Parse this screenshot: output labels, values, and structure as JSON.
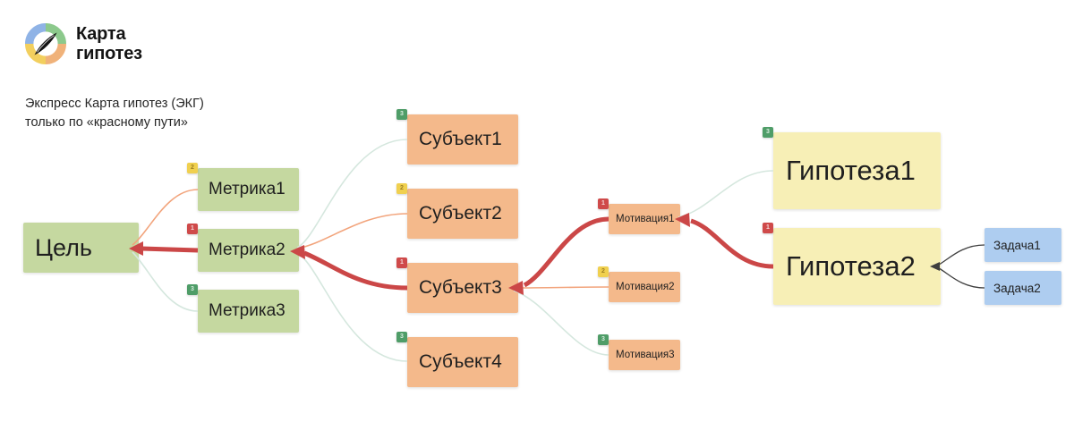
{
  "app": {
    "logo_title_line1": "Карта",
    "logo_title_line2": "гипотез",
    "subtitle_line1": "Экспресс Карта гипотез (ЭКГ)",
    "subtitle_line2": "только по «красному пути»"
  },
  "palette": {
    "goal_metric_fill": "#c5d8a0",
    "subject_motivation_fill": "#f4b98b",
    "hypothesis_fill": "#f7efb6",
    "task_fill": "#aecdf0",
    "red_path_color": "#cb4747",
    "orange_link_color": "#f2a47c",
    "teal_link_color": "#d5e7de",
    "task_link_color": "#3f3f3f",
    "badge_red": "#cf4a4a",
    "badge_yellow": "#f0d04f",
    "badge_green": "#4f9d68",
    "logo_blue": "#8fb3e6",
    "logo_green": "#8cc98c",
    "logo_orange": "#f0b27a",
    "logo_yellow": "#f2cf5e"
  },
  "diagram": {
    "nodes": {
      "goal": {
        "label": "Цель"
      },
      "metrics": [
        {
          "label": "Метрика1",
          "badge": "2",
          "badge_color": "yellow"
        },
        {
          "label": "Метрика2",
          "badge": "1",
          "badge_color": "red"
        },
        {
          "label": "Метрика3",
          "badge": "3",
          "badge_color": "green"
        }
      ],
      "subjects": [
        {
          "label": "Субъект1",
          "badge": "3",
          "badge_color": "green"
        },
        {
          "label": "Субъект2",
          "badge": "2",
          "badge_color": "yellow"
        },
        {
          "label": "Субъект3",
          "badge": "1",
          "badge_color": "red"
        },
        {
          "label": "Субъект4",
          "badge": "3",
          "badge_color": "green"
        }
      ],
      "motivations": [
        {
          "label": "Мотивация1",
          "badge": "1",
          "badge_color": "red"
        },
        {
          "label": "Мотивация2",
          "badge": "2",
          "badge_color": "yellow"
        },
        {
          "label": "Мотивация3",
          "badge": "3",
          "badge_color": "green"
        }
      ],
      "hypotheses": [
        {
          "label": "Гипотеза1",
          "badge": "3",
          "badge_color": "green"
        },
        {
          "label": "Гипотеза2",
          "badge": "1",
          "badge_color": "red"
        }
      ],
      "tasks": [
        {
          "label": "Задача1"
        },
        {
          "label": "Задача2"
        }
      ]
    },
    "red_path": [
      "Гипотеза2",
      "Мотивация1",
      "Субъект3",
      "Метрика2",
      "Цель"
    ]
  }
}
